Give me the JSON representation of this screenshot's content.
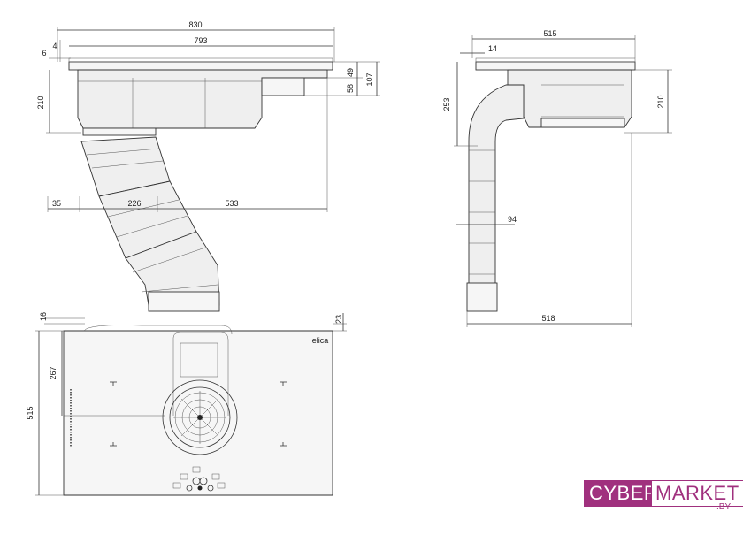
{
  "side_view": {
    "dims": {
      "total_width": "830",
      "inner_width": "793",
      "edge_top": "6",
      "edge_side": "4",
      "height_below": "210",
      "depth_49": "49",
      "depth_58": "58",
      "depth_107": "107",
      "offset_35": "35",
      "duct_226": "226",
      "duct_533": "533"
    }
  },
  "end_view": {
    "dims": {
      "depth": "515",
      "edge": "14",
      "duct_height": "253",
      "height": "210",
      "duct_width": "94",
      "total_depth": "518"
    }
  },
  "top_view": {
    "dims": {
      "top_16": "16",
      "right_23": "23",
      "half_267": "267",
      "depth_515": "515"
    },
    "brand_mark": "elica"
  },
  "watermark": {
    "cyber": "CYBER",
    "market": "MARKET",
    "suffix": ".BY"
  }
}
